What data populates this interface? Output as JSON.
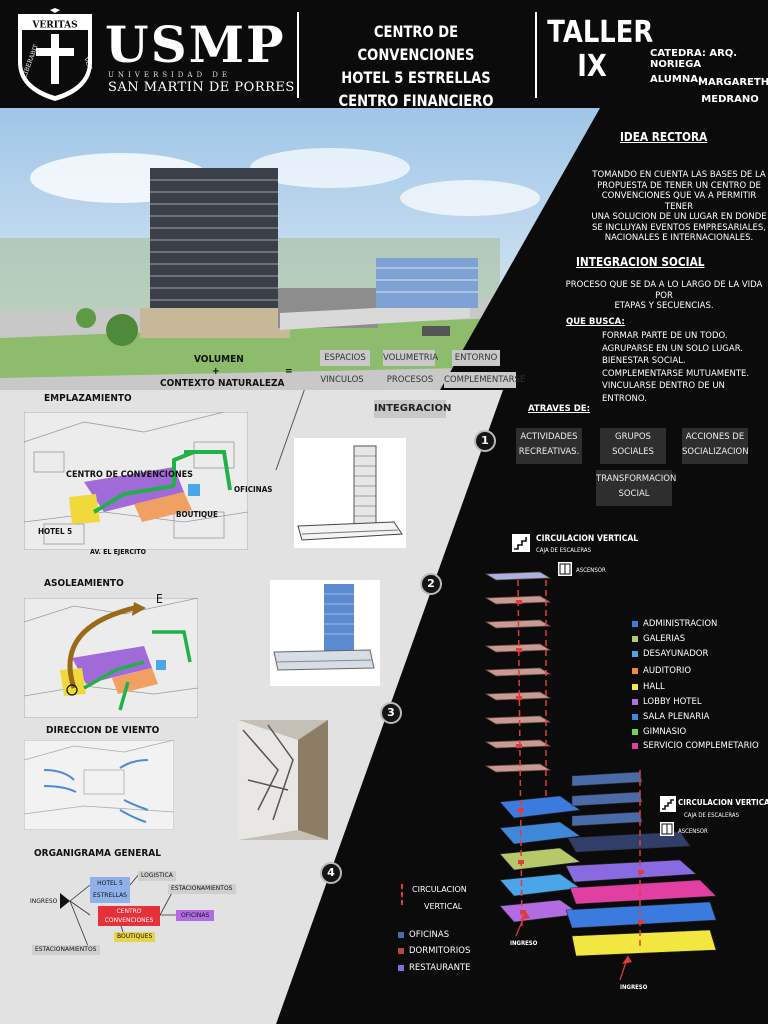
{
  "header": {
    "shield_text": "VERITAS LIBERABIT VOS",
    "logo": "USMP",
    "university_line1": "UNIVERSIDAD DE",
    "university_line2": "SAN MARTIN DE PORRES",
    "project_title": [
      "CENTRO DE CONVENCIONES",
      "HOTEL 5 ESTRELLAS",
      "CENTRO FINANCIERO"
    ],
    "taller": [
      "TALLER",
      "IX"
    ],
    "catedra": "CATEDRA: ARQ. NORIEGA",
    "alumna_label": "ALUMNA:",
    "alumna_name": [
      "MARGARETH",
      "MEDRANO"
    ]
  },
  "concept": {
    "volumen": "VOLUMEN",
    "plus": "+",
    "contexto": "CONTEXTO NATURALEZA",
    "equals": "=",
    "chips": [
      "ESPACIOS",
      "VOLUMETRIA",
      "ENTORNO",
      "VINCULOS",
      "PROCESOS",
      "COMPLEMENTARSE"
    ],
    "result": "INTEGRACION"
  },
  "idea_rectora": {
    "title": "IDEA RECTORA",
    "text": [
      "TOMANDO EN CUENTA LAS BASES DE LA",
      "PROPUESTA DE TENER UN CENTRO DE",
      "CONVENCIONES QUE VA A PERMITIR TENER",
      "UNA SOLUCION DE UN LUGAR EN DONDE",
      "SE INCLUYAN EVENTOS EMPRESARIALES,",
      "NACIONALES E INTERNACIONALES."
    ]
  },
  "integracion_social": {
    "title": "INTEGRACION SOCIAL",
    "text": [
      "PROCESO QUE SE DA A LO LARGO DE LA VIDA POR",
      "ETAPAS Y SECUENCIAS."
    ],
    "busca_label": "QUE BUSCA:",
    "busca_items": [
      "FORMAR PARTE DE UN TODO.",
      "AGRUPARSE EN UN SOLO LUGAR.",
      "BIENESTAR SOCIAL.",
      "COMPLEMENTARSE MUTUAMENTE.",
      "VINCULARSE DENTRO DE UN ENTRONO."
    ],
    "atraves_label": "ATRAVES DE:",
    "atraves_items": [
      [
        "ACTIVIDADES",
        "RECREATIVAS."
      ],
      [
        "GRUPOS",
        "SOCIALES"
      ],
      [
        "ACCIONES DE",
        "SOCIALIZACION"
      ],
      [
        "TRANSFORMACION",
        "SOCIAL"
      ]
    ]
  },
  "site": {
    "emplazamiento": "EMPLAZAMIENTO",
    "centro": "CENTRO DE CONVENCIONES",
    "oficinas": "OFICINAS",
    "boutique": "BOUTIQUE",
    "hotel": "HOTEL 5",
    "avenida": "AV. EL EJERCITO",
    "asoleamiento": "ASOLEAMIENTO",
    "east": "E",
    "viento": "DIRECCION DE VIENTO",
    "organigrama": "ORGANIGRAMA GENERAL"
  },
  "steps": [
    "1",
    "2",
    "3",
    "4"
  ],
  "circulation": {
    "title": "CIRCULACION VERTICAL",
    "sub": "CAJA DE ESCALERAS",
    "ascensor": "ASCENSOR",
    "title2": "CIRCULACION VERTICAL",
    "sub2": "CAJA DE ESCALERAS",
    "ascensor2": "ASCENSOR"
  },
  "legend": [
    {
      "label": "ADMINISTRACION",
      "color": "#3b7be0"
    },
    {
      "label": "GALERIAS",
      "color": "#b6c96a"
    },
    {
      "label": "DESAYUNADOR",
      "color": "#4aa6e8"
    },
    {
      "label": "AUDITORIO",
      "color": "#f08a3a"
    },
    {
      "label": "HALL",
      "color": "#f2e640"
    },
    {
      "label": "LOBBY HOTEL",
      "color": "#b06ce0"
    },
    {
      "label": "SALA PLENARIA",
      "color": "#3f87d8"
    },
    {
      "label": "GIMNASIO",
      "color": "#6bd84a"
    },
    {
      "label": "SERVICIO COMPLEMETARIO",
      "color": "#e23fa3"
    }
  ],
  "legend2": {
    "circ": [
      "CIRCULACION",
      "VERTICAL"
    ],
    "items": [
      {
        "label": "OFICINAS",
        "color": "#4b6aa8"
      },
      {
        "label": "DORMITORIOS",
        "color": "#b04a3a"
      },
      {
        "label": "RESTAURANTE",
        "color": "#8a6ae0"
      }
    ]
  },
  "ingreso": [
    "INGRESO",
    "INGRESO"
  ],
  "organigrama": {
    "ingreso": "INGRESO",
    "hotel": [
      "HOTEL 5",
      "ESTRELLAS"
    ],
    "logistica": "LOGISTICA",
    "estacionamientos": "ESTACIONAMIENTOS",
    "centro": [
      "CENTRO",
      "CONVENCIONES"
    ],
    "oficinas": "OFICINAS",
    "boutiques": "BOUTIQUES",
    "estacionamientos2": "ESTACIONAMIENTOS"
  }
}
